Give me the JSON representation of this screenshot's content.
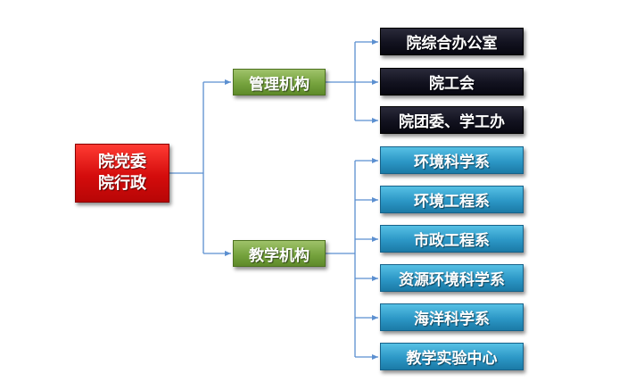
{
  "root": {
    "line1": "院党委",
    "line2": "院行政"
  },
  "categories": [
    {
      "label": "管理机构"
    },
    {
      "label": "教学机构"
    }
  ],
  "management_units": [
    {
      "label": "院综合办公室"
    },
    {
      "label": "院工会"
    },
    {
      "label": "院团委、学工办"
    }
  ],
  "teaching_units": [
    {
      "label": "环境科学系"
    },
    {
      "label": "环境工程系"
    },
    {
      "label": "市政工程系"
    },
    {
      "label": "资源环境科学系"
    },
    {
      "label": "海洋科学系"
    },
    {
      "label": "教学实验中心"
    }
  ],
  "colors": {
    "root": "#d40c0c",
    "category": "#76a33e",
    "management": "#12121f",
    "teaching": "#2c97c6",
    "connector": "#5b8fd0"
  }
}
